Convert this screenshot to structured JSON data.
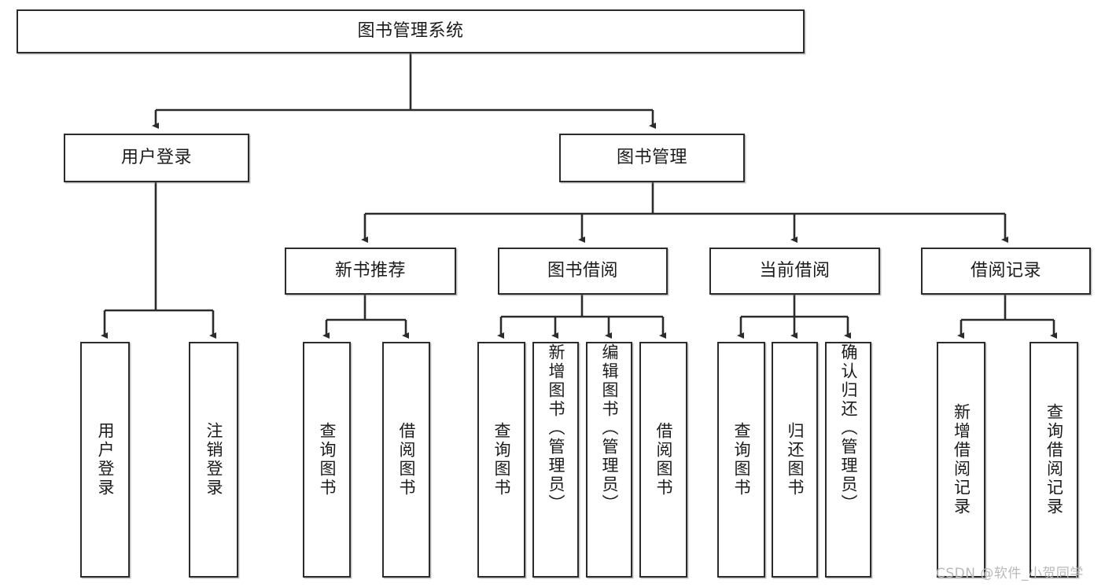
{
  "diagram": {
    "title": "图书管理系统",
    "type": "tree-hierarchy",
    "watermark": "CSDN @软件_小贺同学",
    "colors": {
      "stroke": "#2b2b2b",
      "fill": "#ffffff",
      "text": "#1b1b1b",
      "watermark": "#b9b9b9"
    },
    "root": {
      "id": "root",
      "label": "图书管理系统"
    },
    "level1": [
      {
        "id": "user-login",
        "label": "用户登录"
      },
      {
        "id": "book-manage",
        "label": "图书管理"
      }
    ],
    "level2": [
      {
        "id": "new-book-recommend",
        "label": "新书推荐",
        "parent": "book-manage"
      },
      {
        "id": "book-borrow",
        "label": "图书借阅",
        "parent": "book-manage"
      },
      {
        "id": "current-borrow",
        "label": "当前借阅",
        "parent": "book-manage"
      },
      {
        "id": "borrow-record",
        "label": "借阅记录",
        "parent": "book-manage"
      }
    ],
    "leaves": [
      {
        "id": "leaf-user-login",
        "label": "用户登录",
        "parent": "user-login"
      },
      {
        "id": "leaf-logout",
        "label": "注销登录",
        "parent": "user-login"
      },
      {
        "id": "leaf-query-book-1",
        "label": "查询图书",
        "parent": "new-book-recommend"
      },
      {
        "id": "leaf-borrow-book-1",
        "label": "借阅图书",
        "parent": "new-book-recommend"
      },
      {
        "id": "leaf-query-book-2",
        "label": "查询图书",
        "parent": "book-borrow"
      },
      {
        "id": "leaf-add-book",
        "label": "新增图书（管理员）",
        "parent": "book-borrow"
      },
      {
        "id": "leaf-edit-book",
        "label": "编辑图书（管理员）",
        "parent": "book-borrow"
      },
      {
        "id": "leaf-borrow-book-2",
        "label": "借阅图书",
        "parent": "book-borrow"
      },
      {
        "id": "leaf-query-book-3",
        "label": "查询图书",
        "parent": "current-borrow"
      },
      {
        "id": "leaf-return-book",
        "label": "归还图书",
        "parent": "current-borrow"
      },
      {
        "id": "leaf-confirm-return",
        "label": "确认归还（管理员）",
        "parent": "current-borrow"
      },
      {
        "id": "leaf-add-record",
        "label": "新增借阅记录",
        "parent": "borrow-record"
      },
      {
        "id": "leaf-query-record",
        "label": "查询借阅记录",
        "parent": "borrow-record"
      }
    ]
  }
}
